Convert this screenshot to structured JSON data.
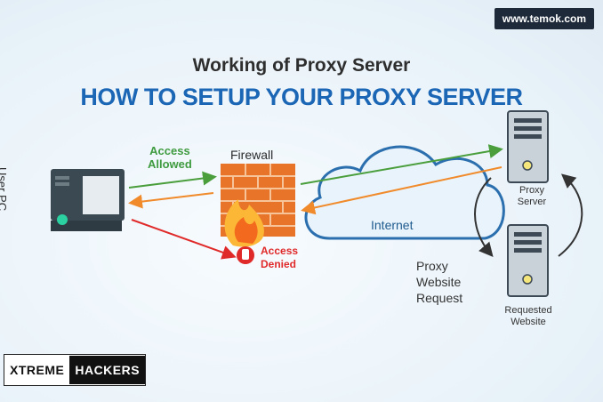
{
  "badge": {
    "text": "www.temok.com"
  },
  "heading": {
    "subtitle": "Working of Proxy Server",
    "title": "HOW TO SETUP YOUR PROXY SERVER"
  },
  "nodes": {
    "user_pc": "User PC",
    "firewall": "Firewall",
    "internet": "Internet",
    "proxy_server": [
      "Proxy",
      "Server"
    ],
    "requested_website": [
      "Requested",
      "Website"
    ]
  },
  "labels": {
    "access_allowed": [
      "Access",
      "Allowed"
    ],
    "access_denied": [
      "Access",
      "Denied"
    ],
    "proxy_website_request": [
      "Proxy",
      "Website",
      "Request"
    ]
  },
  "brand": {
    "white_part": "XTREME",
    "black_part": "HACKERS"
  },
  "colors": {
    "allowed": "#4a9e3c",
    "denied": "#e02a2a",
    "response": "#f08a2a",
    "title": "#1b66b5",
    "brick": "#e8742a",
    "computer": "#3b4a52"
  },
  "icons": [
    "monitor-icon",
    "firewall-icon",
    "cloud-icon",
    "server-icon",
    "hand-stop-icon"
  ]
}
